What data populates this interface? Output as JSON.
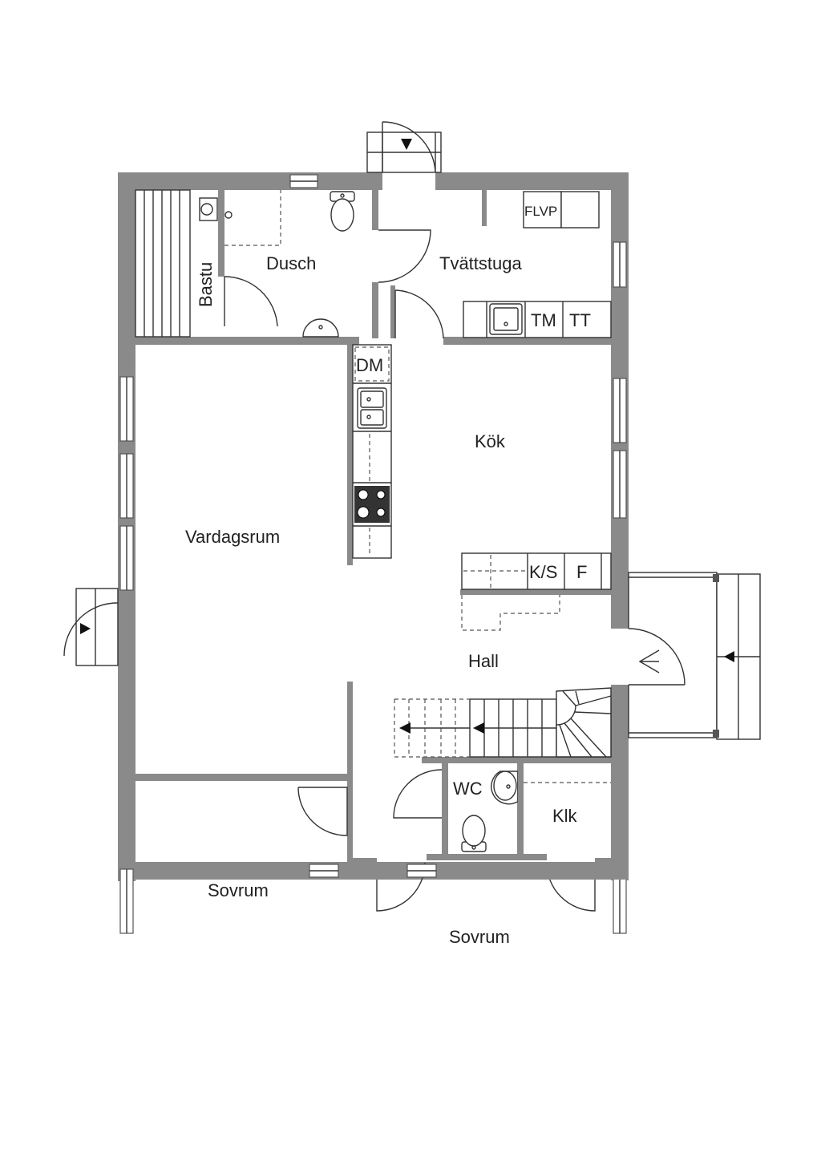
{
  "rooms": {
    "bastu": "Bastu",
    "dusch": "Dusch",
    "tvattstuga": "Tvättstuga",
    "kok": "Kök",
    "vardagsrum": "Vardagsrum",
    "hall": "Hall",
    "wc": "WC",
    "klk": "Klk",
    "sovrum_left": "Sovrum",
    "sovrum_right": "Sovrum"
  },
  "fixtures": {
    "flvp": "FLVP",
    "tm": "TM",
    "tt": "TT",
    "dm": "DM",
    "ks": "K/S",
    "f": "F"
  },
  "colors": {
    "wall": "#8a8a8a",
    "line": "#333333",
    "background": "#ffffff"
  }
}
